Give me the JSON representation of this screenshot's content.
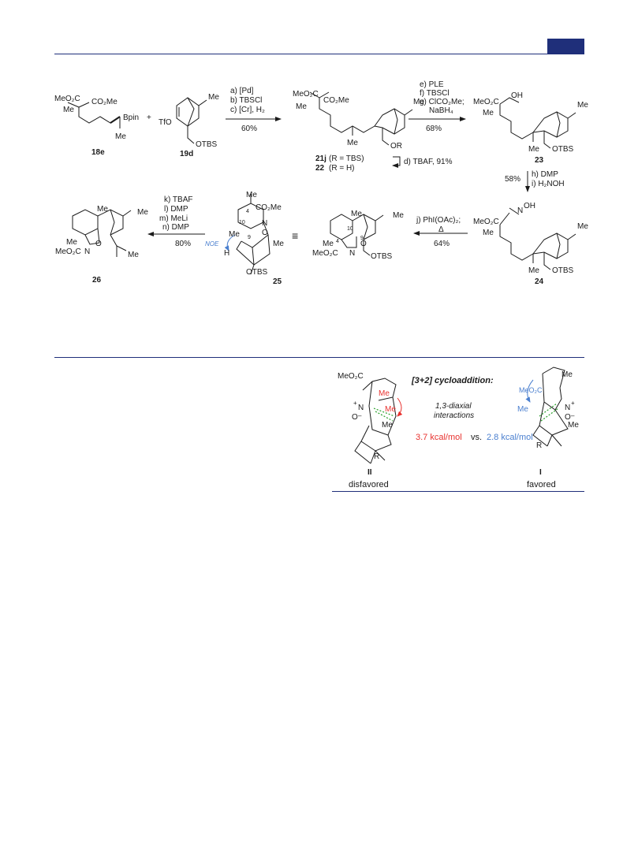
{
  "header": {
    "accent": "#1f2f7a"
  },
  "scheme": {
    "sm18e": {
      "r1": "MeO₂C",
      "r2": "CO₂Me",
      "me": "Me",
      "bpin": "Bpin",
      "me2": "Me",
      "label": "18e"
    },
    "plus": "+",
    "sm19d": {
      "tfo": "TfO",
      "me": "Me",
      "otbs": "OTBS",
      "label": "19d"
    },
    "step1": {
      "a": "a) [Pd]",
      "b": "b) TBSCl",
      "c": "c) [Cr], H₂",
      "yield": "60%"
    },
    "cmp21j": {
      "r1": "MeO₂C",
      "r2": "CO₂Me",
      "me": "Me",
      "me2": "Me",
      "me3": "Me",
      "or": "OR",
      "label_a": "21j",
      "label_a_txt": "(R = TBS)",
      "label_b": "22",
      "label_b_txt": "(R = H)"
    },
    "stepD": "d) TBAF, 91%",
    "step2": {
      "e": "e) PLE",
      "f": "f)  TBSCl",
      "g": "g) ClCO₂Me;",
      "g2": "NaBH₄",
      "yield": "68%"
    },
    "cmp23": {
      "r1": "MeO₂C",
      "oh": "OH",
      "me": "Me",
      "me2": "Me",
      "me3": "Me",
      "otbs": "OTBS",
      "label": "23"
    },
    "step3": {
      "yield": "58%",
      "h": "h) DMP",
      "i": "i)  H₂NOH"
    },
    "cmp24": {
      "noh": "N",
      "oh": "OH",
      "r1": "MeO₂C",
      "me": "Me",
      "me2": "Me",
      "me3": "Me",
      "otbs": "OTBS",
      "label": "24"
    },
    "step4": {
      "j": "j) PhI(OAc)₂;",
      "delta": "Δ",
      "yield": "64%"
    },
    "cmp25a": {
      "me": "Me",
      "me2": "Me",
      "me3": "Me",
      "c10": "10",
      "c9": "9",
      "c4": "4",
      "r1": "MeO₂C",
      "n": "N",
      "o": "O",
      "otbs": "OTBS"
    },
    "equiv": "≡",
    "cmp25b": {
      "me": "Me",
      "co2me": "CO₂Me",
      "c4": "4",
      "c10": "10",
      "c9": "9",
      "n": "N",
      "o": "O",
      "me2": "Me",
      "me3": "Me",
      "noe": "NOE",
      "h": "H",
      "otbs": "OTBS",
      "label": "25"
    },
    "step5": {
      "k": "k)  TBAF",
      "l": "l)   DMP",
      "m": "m)  MeLi",
      "n": "n)   DMP",
      "yield": "80%"
    },
    "cmp26": {
      "me": "Me",
      "me2": "Me",
      "me3": "Me",
      "r1": "MeO₂C",
      "n": "N",
      "o": "O",
      "me4": "Me",
      "label": "26"
    }
  },
  "ts_panel": {
    "title": "[3+2] cycloaddition:",
    "subtitle_1": "1,3-diaxial",
    "subtitle_2": "interactions",
    "energy_red": "3.7 kcal/mol",
    "vs": "vs.",
    "energy_blue": "2.8 kcal/mol",
    "left": {
      "ester": "MeO₂C",
      "me": "Me",
      "me2": "Me",
      "me3": "Me",
      "n": "N",
      "o": "O",
      "plus": "+",
      "minus": "–",
      "r": "R",
      "label": "II",
      "caption": "disfavored"
    },
    "right": {
      "ester": "MeO₂C",
      "me": "Me",
      "me2": "Me",
      "me3": "Me",
      "n": "N",
      "o": "O",
      "plus": "+",
      "minus": "–",
      "r": "R",
      "label": "I",
      "caption": "favored"
    },
    "colors": {
      "red": "#e8322f",
      "blue": "#4a7fcf",
      "green": "#2aa02a"
    }
  }
}
